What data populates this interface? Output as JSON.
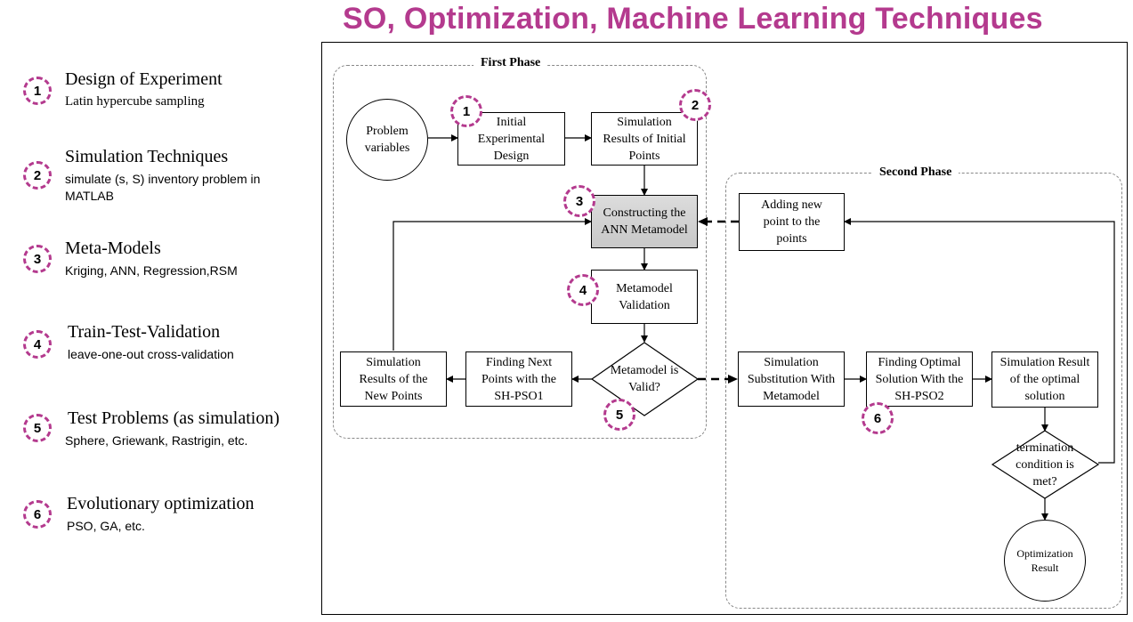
{
  "title": "SO, Optimization, Machine Learning Techniques",
  "accent_color": "#b43a8e",
  "legend": [
    {
      "num": "1",
      "heading": "Design of Experiment",
      "sub": "Latin hypercube sampling"
    },
    {
      "num": "2",
      "heading": "Simulation Techniques",
      "sub": "simulate (s, S) inventory problem in MATLAB"
    },
    {
      "num": "3",
      "heading": "Meta-Models",
      "sub": "Kriging, ANN, Regression,RSM"
    },
    {
      "num": "4",
      "heading": "Train-Test-Validation",
      "sub": "leave-one-out cross-validation"
    },
    {
      "num": "5",
      "heading": "Test Problems (as simulation)",
      "sub": "Sphere, Griewank, Rastrigin, etc."
    },
    {
      "num": "6",
      "heading": "Evolutionary optimization",
      "sub": "PSO, GA, etc."
    }
  ],
  "diagram": {
    "first_phase_label": "First Phase",
    "second_phase_label": "Second Phase",
    "nodes": {
      "problem_variables": "Problem variables",
      "initial_design": "Initial Experimental Design",
      "sim_initial": "Simulation Results of Initial Points",
      "ann": "Constructing the ANN Metamodel",
      "validation": "Metamodel Validation",
      "valid_decision": "Metamodel is Valid?",
      "finding_next": "Finding Next Points with the SH-PSO1",
      "sim_new": "Simulation Results of the New Points",
      "adding_new": "Adding new point to the points",
      "sim_substitution": "Simulation Substitution With Metamodel",
      "finding_optimal": "Finding Optimal Solution With the SH-PSO2",
      "sim_optimal": "Simulation Result of the optimal solution",
      "termination": "termination condition is met?",
      "opt_result": "Optimization Result"
    },
    "badges": [
      "1",
      "2",
      "3",
      "4",
      "5",
      "6"
    ]
  }
}
